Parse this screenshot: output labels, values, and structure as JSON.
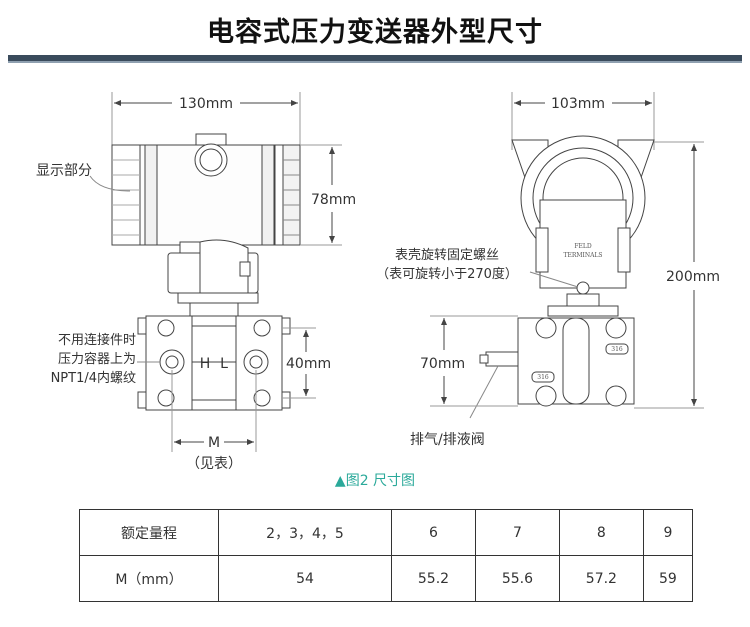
{
  "title": "电容式压力变送器外型尺寸",
  "figure_caption_marker": "▲",
  "figure_caption": "图2 尺寸图",
  "left_view": {
    "width_dim": "130mm",
    "height_dim": "78mm",
    "display_label": "显示部分",
    "connection_note": [
      "不用连接件时",
      "压力容器上为",
      "NPT1/4内螺纹"
    ],
    "high_side": "H",
    "low_side": "L",
    "flange_dim": "40mm",
    "m_label": "M",
    "m_note": "（见表）"
  },
  "right_view": {
    "width_dim": "103mm",
    "height_dim": "200mm",
    "lower_dim": "70mm",
    "housing_note_1": "表壳旋转固定螺丝",
    "housing_note_2": "（表可旋转小于270度）",
    "vent_label": "排气/排液阀",
    "plate_line_1": "FELD",
    "plate_line_2": "TERMINALS",
    "bolt_mark": "316"
  },
  "table": {
    "row1_header": "额定量程",
    "row2_header": "M（mm）",
    "columns": [
      {
        "range": "2，3，4，5",
        "m": "54"
      },
      {
        "range": "6",
        "m": "55.2"
      },
      {
        "range": "7",
        "m": "55.6"
      },
      {
        "range": "8",
        "m": "57.2"
      },
      {
        "range": "9",
        "m": "59"
      }
    ]
  },
  "colors": {
    "title_bar": "#3a4b5c",
    "caption": "#2aa99a",
    "line": "#444444"
  }
}
